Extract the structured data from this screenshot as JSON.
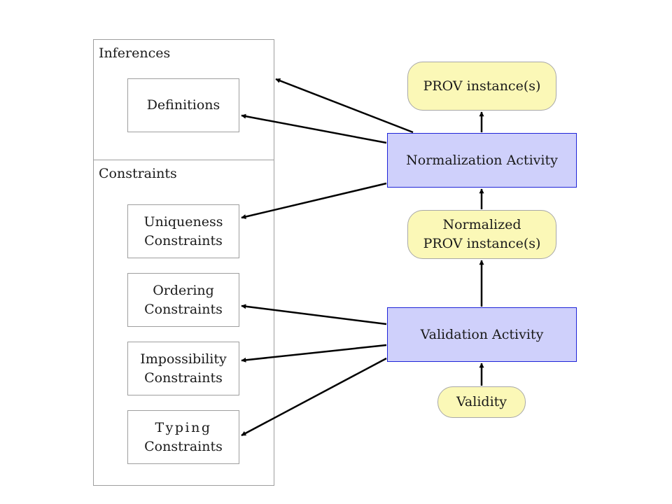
{
  "groups": {
    "inferences": {
      "label": "Inferences"
    },
    "constraints": {
      "label": "Constraints"
    }
  },
  "rules": {
    "definitions": {
      "line1": "Definitions"
    },
    "uniqueness": {
      "line1": "Uniqueness",
      "line2": "Constraints"
    },
    "ordering": {
      "line1": "Ordering",
      "line2": "Constraints"
    },
    "impossibility": {
      "line1": "Impossibility",
      "line2": "Constraints"
    },
    "typing": {
      "line1": "Typing",
      "line2": "Constraints"
    }
  },
  "activities": {
    "normalization": {
      "label": "Normalization Activity"
    },
    "validation": {
      "label": "Validation Activity"
    }
  },
  "artifacts": {
    "prov_instances": {
      "label": "PROV instance(s)"
    },
    "normalized": {
      "line1": "Normalized",
      "line2": "PROV instance(s)"
    },
    "validity": {
      "label": "Validity"
    }
  },
  "colors": {
    "activity_fill": "#cfd0fb",
    "activity_border": "#1f24d8",
    "artifact_fill": "#fbf8b7",
    "box_border": "#9e9e9e",
    "arrow": "#000000"
  }
}
